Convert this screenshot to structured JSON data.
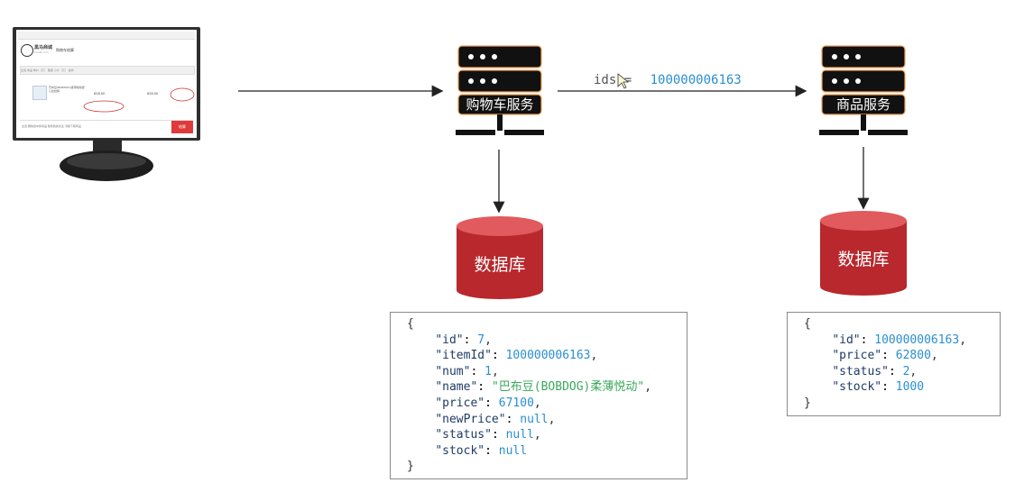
{
  "labels": {
    "cart_service": "购物车服务",
    "item_service": "商品服务",
    "database_left": "数据库",
    "database_right": "数据库",
    "request_prefix": "ids =",
    "request_value": "100000006163"
  },
  "mini_screenshot": {
    "brand": "黑马商城",
    "brand_sub": "hmall.com",
    "cart_title": "购物车结算",
    "header_row": "全选    商品                    单价（元）    数量     小计（元）    操作",
    "item_text": "巴布豆(BOBDOG)柔薄悦动婴儿拉拉裤",
    "price_1": "628.00",
    "price_2": "628.00",
    "bottom_text": "全选  删除选中的商品  移到我的关注  清除下柜商品",
    "settle_label": "结算"
  },
  "cart_json": {
    "open": "{",
    "close": "}",
    "fields": [
      {
        "key": "\"id\"",
        "value": "7",
        "vtype": "n",
        "comma": ","
      },
      {
        "key": "\"itemId\"",
        "value": "100000006163",
        "vtype": "n",
        "comma": ","
      },
      {
        "key": "\"num\"",
        "value": "1",
        "vtype": "n",
        "comma": ","
      },
      {
        "key": "\"name\"",
        "value": "\"巴布豆(BOBDOG)柔薄悦动\"",
        "vtype": "s",
        "comma": ","
      },
      {
        "key": "\"price\"",
        "value": "67100",
        "vtype": "n",
        "comma": ","
      },
      {
        "key": "\"newPrice\"",
        "value": "null",
        "vtype": "n",
        "comma": ","
      },
      {
        "key": "\"status\"",
        "value": "null",
        "vtype": "n",
        "comma": ","
      },
      {
        "key": "\"stock\"",
        "value": "null",
        "vtype": "n",
        "comma": ""
      }
    ]
  },
  "item_json": {
    "open": "{",
    "close": "}",
    "fields": [
      {
        "key": "\"id\"",
        "value": "100000006163",
        "vtype": "n",
        "comma": ","
      },
      {
        "key": "\"price\"",
        "value": "62800",
        "vtype": "n",
        "comma": ","
      },
      {
        "key": "\"status\"",
        "value": "2",
        "vtype": "n",
        "comma": ","
      },
      {
        "key": "\"stock\"",
        "value": "1000",
        "vtype": "n",
        "comma": ""
      }
    ]
  },
  "colors": {
    "server_fill": "#111111",
    "server_dots": "#ffffff",
    "server_glow": "#f0a45a",
    "db_fill": "#b8282d",
    "db_top": "#e05a5e",
    "arrow": "#222222"
  }
}
